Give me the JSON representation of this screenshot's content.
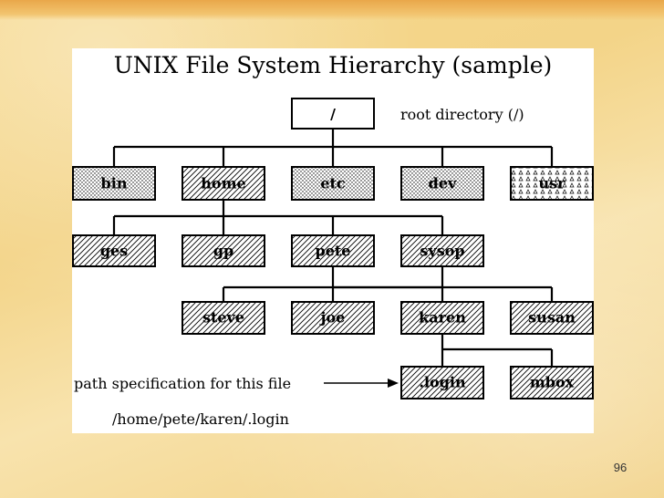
{
  "slide": {
    "title": "UNIX File System Hierarchy (sample)",
    "page_number": "96"
  },
  "diagram": {
    "root": {
      "label": "/",
      "annotation": "root directory (/)"
    },
    "level1": [
      "bin",
      "home",
      "etc",
      "dev",
      "usr"
    ],
    "level2": [
      "ges",
      "gp",
      "pete",
      "sysop"
    ],
    "level3": [
      "steve",
      "joe",
      "karen",
      "susan"
    ],
    "level4": [
      ".login",
      "mbox"
    ],
    "path_caption": "path specification for this file",
    "path_value": "/home/pete/karen/.login"
  }
}
